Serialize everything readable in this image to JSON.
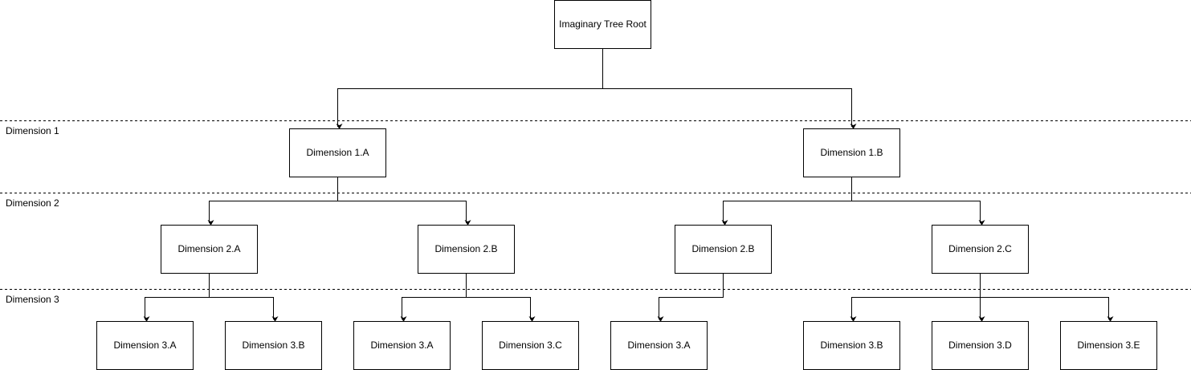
{
  "lanes": [
    {
      "id": "dim1",
      "label": "Dimension 1"
    },
    {
      "id": "dim2",
      "label": "Dimension 2"
    },
    {
      "id": "dim3",
      "label": "Dimension 3"
    }
  ],
  "nodes": [
    {
      "id": "root",
      "label": "Imaginary Tree Root"
    },
    {
      "id": "d1a",
      "label": "Dimension 1.A"
    },
    {
      "id": "d1b",
      "label": "Dimension 1.B"
    },
    {
      "id": "d2a",
      "label": "Dimension 2.A"
    },
    {
      "id": "d2b_l",
      "label": "Dimension 2.B"
    },
    {
      "id": "d2b_r",
      "label": "Dimension 2.B"
    },
    {
      "id": "d2c",
      "label": "Dimension 2.C"
    },
    {
      "id": "d3a_1",
      "label": "Dimension 3.A"
    },
    {
      "id": "d3b_1",
      "label": "Dimension 3.B"
    },
    {
      "id": "d3a_2",
      "label": "Dimension 3.A"
    },
    {
      "id": "d3c_2",
      "label": "Dimension 3.C"
    },
    {
      "id": "d3a_3",
      "label": "Dimension 3.A"
    },
    {
      "id": "d3b_4",
      "label": "Dimension 3.B"
    },
    {
      "id": "d3d_4",
      "label": "Dimension 3.D"
    },
    {
      "id": "d3e_4",
      "label": "Dimension 3.E"
    }
  ],
  "edges": [
    [
      "root",
      "d1a"
    ],
    [
      "root",
      "d1b"
    ],
    [
      "d1a",
      "d2a"
    ],
    [
      "d1a",
      "d2b_l"
    ],
    [
      "d1b",
      "d2b_r"
    ],
    [
      "d1b",
      "d2c"
    ],
    [
      "d2a",
      "d3a_1"
    ],
    [
      "d2a",
      "d3b_1"
    ],
    [
      "d2b_l",
      "d3a_2"
    ],
    [
      "d2b_l",
      "d3c_2"
    ],
    [
      "d2b_r",
      "d3a_3"
    ],
    [
      "d2c",
      "d3b_4"
    ],
    [
      "d2c",
      "d3d_4"
    ],
    [
      "d2c",
      "d3e_4"
    ]
  ]
}
